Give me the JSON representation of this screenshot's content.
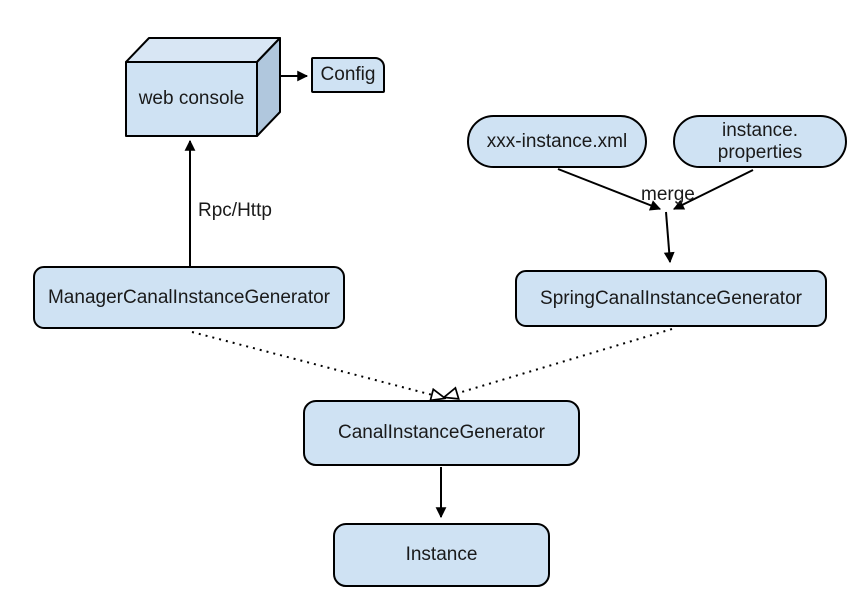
{
  "diagram": {
    "nodes": {
      "web_console": {
        "label": "web console",
        "shape": "cube"
      },
      "config": {
        "label": "Config",
        "shape": "rect"
      },
      "xxx_instance_xml": {
        "label": "xxx-instance.xml",
        "shape": "pill"
      },
      "instance_properties": {
        "label_line1": "instance.",
        "label_line2": "properties",
        "shape": "pill"
      },
      "manager_generator": {
        "label": "ManagerCanalInstanceGenerator",
        "shape": "rounded-rect"
      },
      "spring_generator": {
        "label": "SpringCanalInstanceGenerator",
        "shape": "rounded-rect"
      },
      "canal_generator": {
        "label": "CanalInstanceGenerator",
        "shape": "rounded-rect"
      },
      "instance": {
        "label": "Instance",
        "shape": "rounded-rect"
      }
    },
    "edges": {
      "manager_to_web_console": {
        "label": "Rpc/Http",
        "style": "solid-arrow"
      },
      "web_console_to_config": {
        "label": "",
        "style": "solid-arrow"
      },
      "xml_and_properties_to_spring": {
        "label": "merge",
        "style": "solid-arrow"
      },
      "manager_to_canal": {
        "label": "",
        "style": "dotted-open-arrow"
      },
      "spring_to_canal": {
        "label": "",
        "style": "dotted-open-arrow"
      },
      "canal_to_instance": {
        "label": "",
        "style": "solid-arrow"
      }
    },
    "colors": {
      "node_fill": "#cfe2f3",
      "cube_top_fill": "#d8e6f4",
      "cube_side_fill": "#b0c7dd",
      "stroke": "#000000",
      "text": "#1a1a1a",
      "background": "#ffffff"
    }
  }
}
